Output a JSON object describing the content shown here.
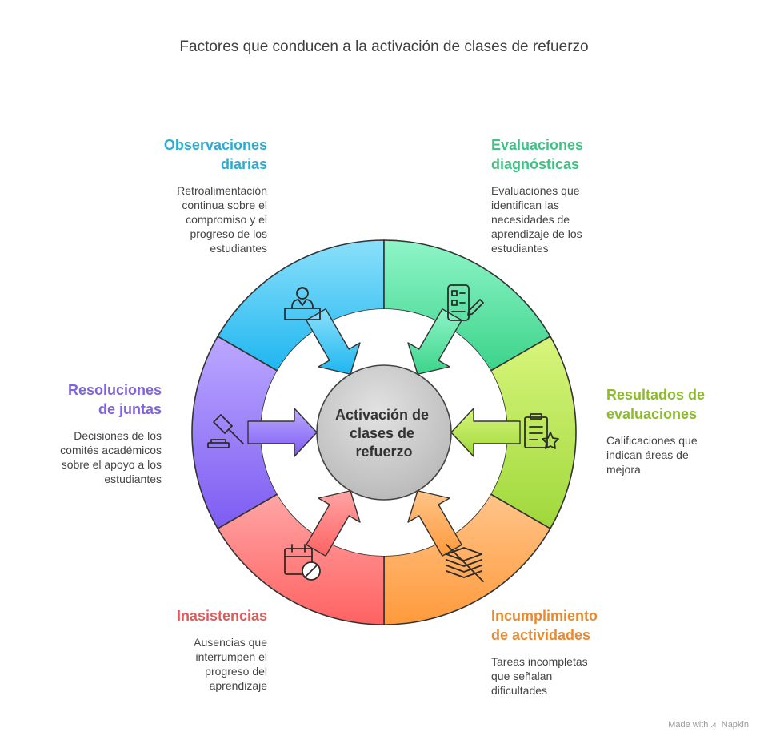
{
  "title": "Factores que conducen a la activación de clases de refuerzo",
  "center": {
    "lines": [
      "Activación de",
      "clases de",
      "refuerzo"
    ]
  },
  "factors": [
    {
      "heading_lines": [
        "Observaciones",
        "diarias"
      ],
      "description_lines": [
        "Retroalimentación",
        "continua sobre el",
        "compromiso y el",
        "progreso de los",
        "estudiantes"
      ],
      "color": "#29ADD6",
      "icon": "teacher-icon"
    },
    {
      "heading_lines": [
        "Evaluaciones",
        "diagnósticas"
      ],
      "description_lines": [
        "Evaluaciones que",
        "identifican las",
        "necesidades de",
        "aprendizaje de los",
        "estudiantes"
      ],
      "color": "#3CC485",
      "icon": "checklist-pencil-icon"
    },
    {
      "heading_lines": [
        "Resultados de",
        "evaluaciones"
      ],
      "description_lines": [
        "Calificaciones que",
        "indican áreas de",
        "mejora"
      ],
      "color": "#8DBB2C",
      "icon": "clipboard-star-icon"
    },
    {
      "heading_lines": [
        "Incumplimiento",
        "de actividades"
      ],
      "description_lines": [
        "Tareas incompletas",
        "que señalan",
        "dificultades"
      ],
      "color": "#E98A2E",
      "icon": "crossed-stack-icon"
    },
    {
      "heading_lines": [
        "Inasistencias"
      ],
      "description_lines": [
        "Ausencias que",
        "interrumpen el",
        "progreso del",
        "aprendizaje"
      ],
      "color": "#E15B5B",
      "icon": "calendar-cancel-icon"
    },
    {
      "heading_lines": [
        "Resoluciones",
        "de juntas"
      ],
      "description_lines": [
        "Decisiones de los",
        "comités académicos",
        "sobre el apoyo a los",
        "estudiantes"
      ],
      "color": "#7F64E0",
      "icon": "gavel-icon"
    }
  ],
  "footer": {
    "made_with": "Made with",
    "brand": "Napkin"
  }
}
